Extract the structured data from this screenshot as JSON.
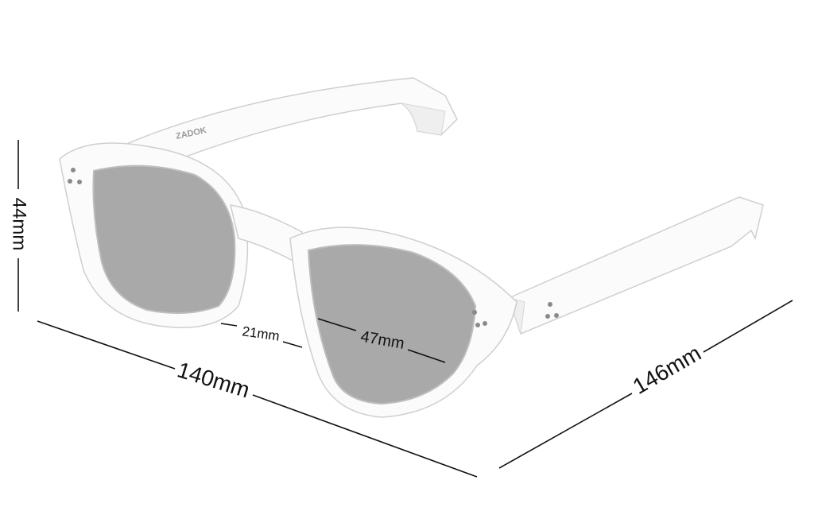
{
  "brand": {
    "temple_text": "ZADOK"
  },
  "dimensions": {
    "height": "44mm",
    "bridge": "21mm",
    "lens_width": "47mm",
    "frame_width": "140mm",
    "temple_length": "146mm"
  },
  "colors": {
    "frame": "#fbfbfb",
    "lens": "#a9a9a9",
    "annotation": "#111111"
  }
}
